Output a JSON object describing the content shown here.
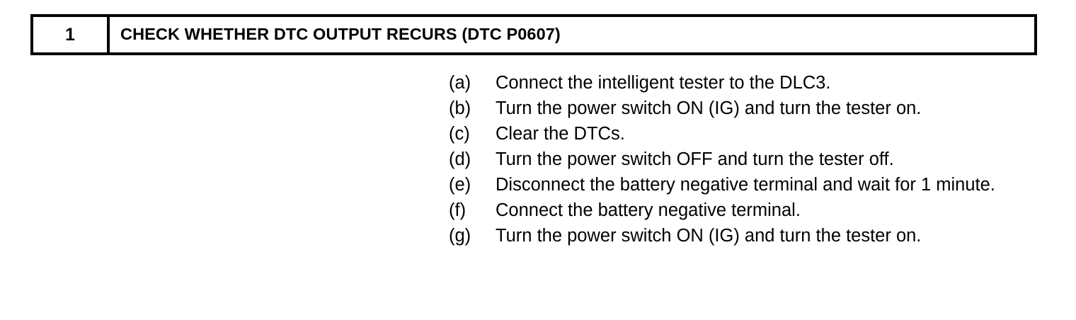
{
  "step": {
    "number": "1",
    "title": "CHECK WHETHER DTC OUTPUT RECURS (DTC P0607)"
  },
  "procedure": {
    "items": [
      {
        "label": "(a)",
        "text": "Connect the intelligent tester to the DLC3."
      },
      {
        "label": "(b)",
        "text": "Turn the power switch ON (IG) and turn the tester on."
      },
      {
        "label": "(c)",
        "text": "Clear the DTCs."
      },
      {
        "label": "(d)",
        "text": "Turn the power switch OFF and turn the tester off."
      },
      {
        "label": "(e)",
        "text": "Disconnect the battery negative terminal and wait for 1 minute."
      },
      {
        "label": "(f)",
        "text": "Connect the battery negative terminal."
      },
      {
        "label": "(g)",
        "text": "Turn the power switch ON (IG) and turn the tester on."
      }
    ]
  },
  "colors": {
    "background": "#ffffff",
    "text": "#000000",
    "border": "#000000"
  }
}
